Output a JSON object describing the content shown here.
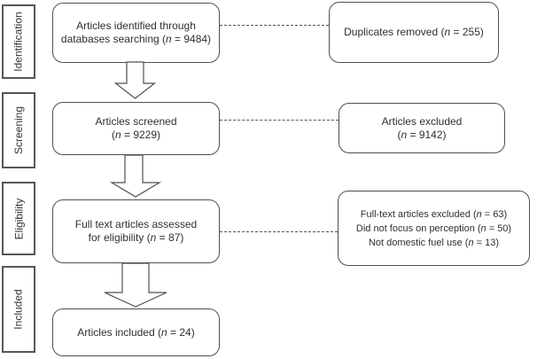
{
  "diagram": {
    "stages": [
      {
        "label": "Identification"
      },
      {
        "label": "Screening"
      },
      {
        "label": "Eligibility"
      },
      {
        "label": "Included"
      }
    ],
    "main_boxes": [
      {
        "lines": [
          "Articles identified through",
          "databases searching (n = 9484)"
        ]
      },
      {
        "lines": [
          "Articles screened",
          "(n = 9229)"
        ]
      },
      {
        "lines": [
          "Full text articles assessed",
          "for eligibility (n = 87)"
        ]
      },
      {
        "lines": [
          "Articles included (n = 24)"
        ]
      }
    ],
    "side_boxes": [
      {
        "lines": [
          "Duplicates removed (n = 255)"
        ]
      },
      {
        "lines": [
          "Articles excluded",
          "(n = 9142)"
        ]
      },
      {
        "lines": [
          "Full-text articles excluded (n = 63)",
          "Did not focus on perception (n = 50)",
          "Not domestic fuel use (n = 13)"
        ]
      }
    ],
    "colors": {
      "box_border": "#4f4f4f",
      "text": "#2f2f2f",
      "background": "#ffffff"
    }
  }
}
